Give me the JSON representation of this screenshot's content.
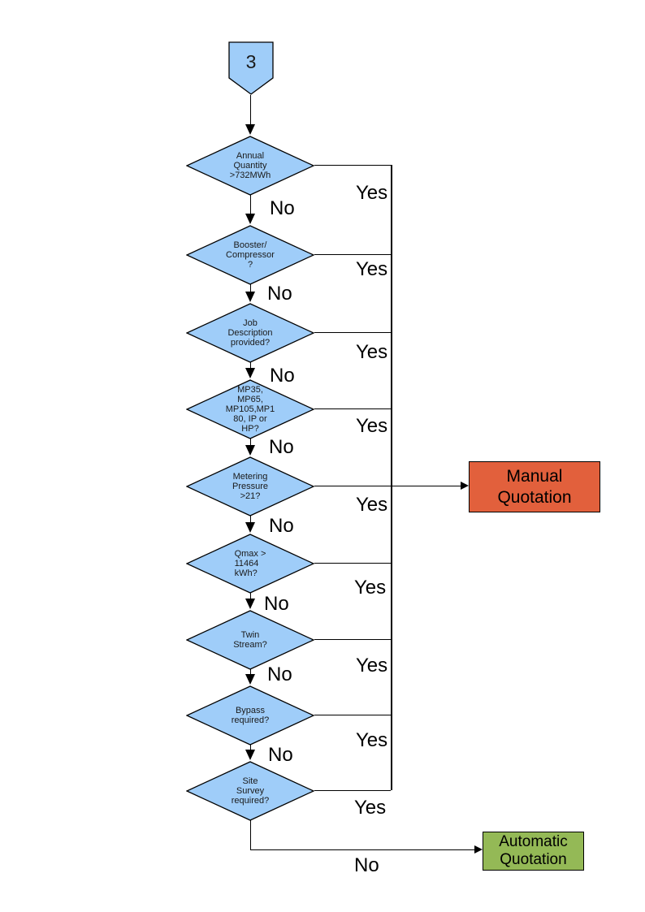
{
  "diagram": {
    "connector": {
      "label": "3"
    },
    "decisions": [
      {
        "id": "annual-quantity",
        "label": "Annual\nQuantity\n>732MWh"
      },
      {
        "id": "booster-compressor",
        "label": "Booster/\nCompressor\n?"
      },
      {
        "id": "job-description",
        "label": "Job\nDescription\nprovided?"
      },
      {
        "id": "pressure-tier",
        "label": "MP35,\nMP65,\nMP105,MP1\n80, IP or\nHP?"
      },
      {
        "id": "metering-pressure",
        "label": "Metering\nPressure\n>21?"
      },
      {
        "id": "qmax",
        "label": "Qmax >\n11464\nkWh?"
      },
      {
        "id": "twin-stream",
        "label": "Twin\nStream?"
      },
      {
        "id": "bypass",
        "label": "Bypass\nrequired?"
      },
      {
        "id": "site-survey",
        "label": "Site\nSurvey\nrequired?"
      }
    ],
    "edge_labels": {
      "yes": "Yes",
      "no": "No"
    },
    "outcomes": {
      "manual": {
        "label": "Manual\nQuotation",
        "fill": "#e2603c"
      },
      "automatic": {
        "label": "Automatic\nQuotation",
        "fill": "#94b956"
      }
    },
    "colors": {
      "decision_fill": "#9fcdf9",
      "stroke": "#000000",
      "text": "#1a1a1a"
    }
  }
}
